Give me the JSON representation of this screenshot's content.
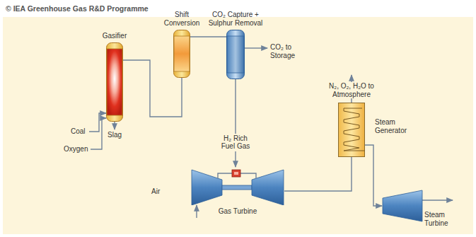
{
  "diagram": {
    "nodes": [
      {
        "text": [
          "Gasifier"
        ]
      },
      {
        "text": [
          "Shift Conversion"
        ]
      },
      {
        "text": [
          "CO₂ Capture + Sulphur Removal"
        ]
      },
      {
        "text": [
          "Gas Turbine"
        ]
      },
      {
        "text": [
          "Steam Generator"
        ]
      },
      {
        "text": [
          "Steam Turbine"
        ]
      }
    ],
    "edges": [
      {
        "from": 0,
        "to": 1,
        "arrow": "none"
      },
      {
        "from": 1,
        "to": 2,
        "arrow": "none"
      },
      {
        "from": 2,
        "to": 3,
        "label": "H₂ Rich Fuel Gas",
        "arrow": "to"
      },
      {
        "from": 3,
        "to": 4,
        "arrow": "none"
      },
      {
        "from": 4,
        "to": 5,
        "arrow": "to"
      }
    ],
    "labels": [
      "© IEA Greenhouse Gas R&D Programme",
      "Coal",
      "Oxygen",
      "Slag",
      "CO₂ to Storage",
      "N₂, O₂, H₂O to Atmosphere",
      "Air"
    ]
  }
}
